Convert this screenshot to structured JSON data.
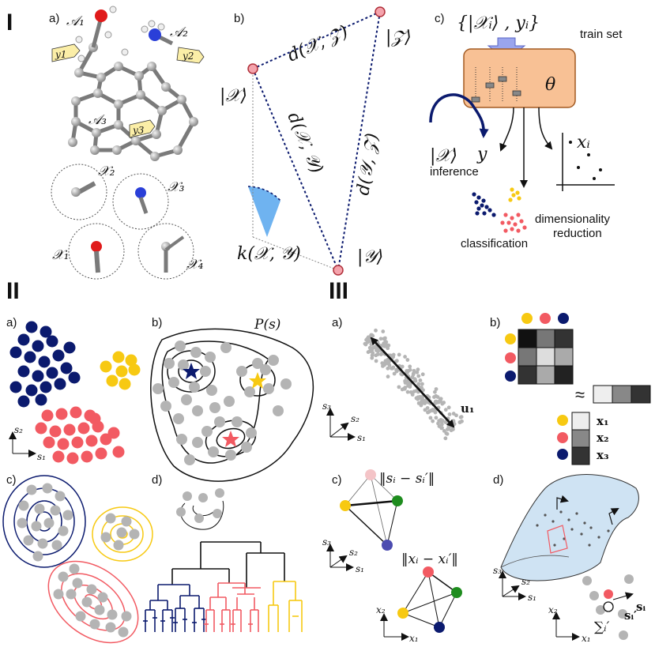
{
  "sections": {
    "I": "I",
    "II": "II",
    "III": "III"
  },
  "panel_I": {
    "a": {
      "label": "a)",
      "A1": "𝒜₁",
      "A2": "𝒜₂",
      "A3": "𝒜₃",
      "y1": "y1",
      "y2": "y2",
      "y3": "y3",
      "X1": "𝒳₁",
      "X2": "𝒳₂",
      "X3": "𝒳₃",
      "X4": "𝒳₄"
    },
    "b": {
      "label": "b)",
      "ketX": "|𝒳⟩",
      "ketY": "|𝒴⟩",
      "ketZ": "|𝒵⟩",
      "dXZ": "d(𝒳, 𝒵)",
      "dXY": "d(𝒳, 𝒴)",
      "dYZ": "d(𝒴, 𝒵)",
      "kXY": "k(𝒳, 𝒴)"
    },
    "c": {
      "label": "c)",
      "trainset_math": "{|𝒳ᵢ⟩ , yᵢ}",
      "trainset_label": "train set",
      "theta": "θ",
      "ketX": "|𝒳⟩",
      "y": "y",
      "inference": "inference",
      "classification": "classification",
      "xi": "xᵢ",
      "dimred1": "dimensionality",
      "dimred2": "reduction"
    }
  },
  "panel_II": {
    "a": {
      "label": "a)",
      "s1": "s₁",
      "s2": "s₂"
    },
    "b": {
      "label": "b)",
      "Ps": "P(s)"
    },
    "c": {
      "label": "c)"
    },
    "d": {
      "label": "d)"
    }
  },
  "panel_III": {
    "a": {
      "label": "a)",
      "u1": "u₁",
      "s1": "s₁",
      "s2": "s₂",
      "s3": "s₃"
    },
    "b": {
      "label": "b)",
      "approx": "≈",
      "x1": "x₁",
      "x2": "x₂",
      "x3": "x₃"
    },
    "c": {
      "label": "c)",
      "sdist": "‖sᵢ − sᵢ′‖",
      "xdist": "‖xᵢ − xᵢ′‖",
      "s1": "s₁",
      "s2": "s₂",
      "s3": "s₃",
      "x1": "x₁",
      "x2": "x₂"
    },
    "d": {
      "label": "d)",
      "s1": "s₁",
      "s2": "s₂",
      "s3": "s₃",
      "x1": "x₁",
      "x2": "x₂",
      "si": "sᵢ",
      "sum": "∑ᵢ′",
      "sip": "sᵢ′"
    }
  },
  "colors": {
    "navy": "#0b1a6e",
    "red": "#f25a62",
    "yellow": "#f7c912",
    "gray": "#b4b4b4",
    "orange_box": "#f8c195",
    "blue_arrow": "#9aa5ee"
  }
}
